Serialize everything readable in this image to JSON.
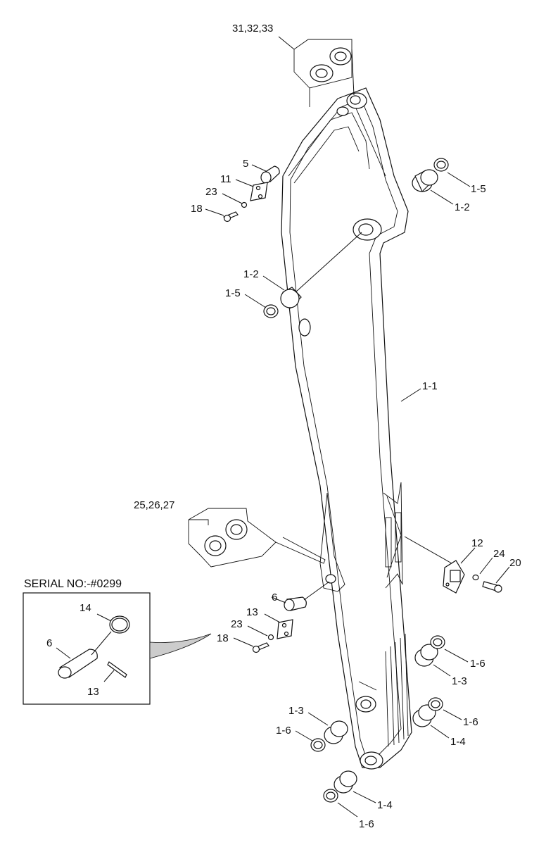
{
  "serial_box": {
    "title": "SERIAL NO:-#0299",
    "labels": [
      "14",
      "6",
      "13"
    ]
  },
  "callouts": {
    "c_31_32_33": "31,32,33",
    "c_5": "5",
    "c_11": "11",
    "c_23a": "23",
    "c_18a": "18",
    "c_1_5a": "1-5",
    "c_1_2a": "1-2",
    "c_1_2b": "1-2",
    "c_1_5b": "1-5",
    "c_1_1": "1-1",
    "c_25_26_27": "25,26,27",
    "c_12": "12",
    "c_24": "24",
    "c_20": "20",
    "c_6": "6",
    "c_13": "13",
    "c_23b": "23",
    "c_18b": "18",
    "c_1_6a": "1-6",
    "c_1_3a": "1-3",
    "c_1_6b": "1-6",
    "c_1_4a": "1-4",
    "c_1_3b": "1-3",
    "c_1_6c": "1-6",
    "c_1_4b": "1-4",
    "c_1_6d": "1-6"
  }
}
